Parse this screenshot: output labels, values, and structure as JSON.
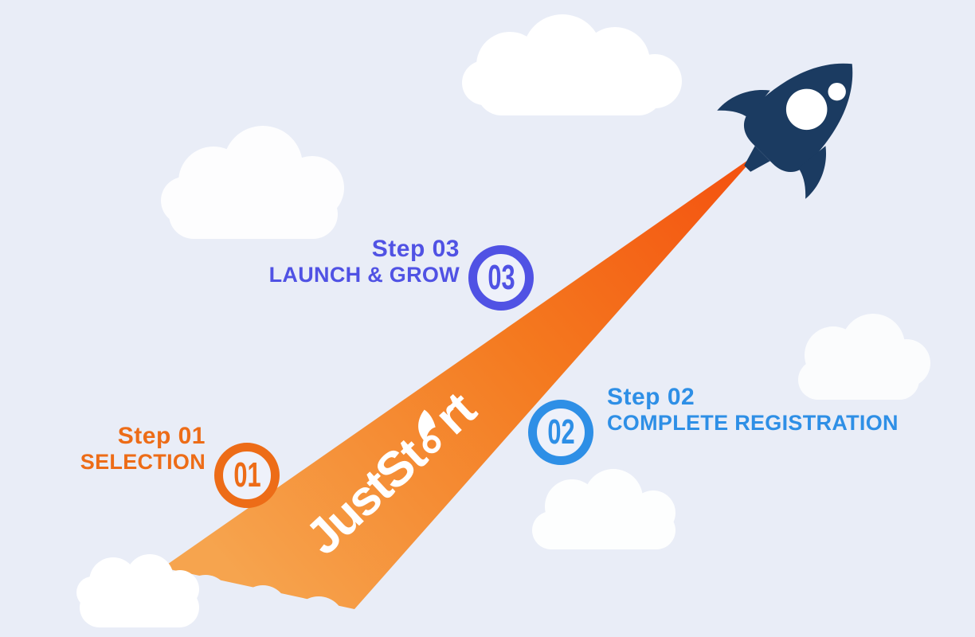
{
  "title": "JustStart rocket launch steps infographic",
  "logo": {
    "prefix": "JustSt",
    "suffix": "rt",
    "full_name": "JustStart"
  },
  "steps": [
    {
      "title": "Step 01",
      "subtitle": "SELECTION",
      "number": "01",
      "color": "#ed6c17"
    },
    {
      "title": "Step 02",
      "subtitle": "COMPLETE REGISTRATION",
      "number": "02",
      "color": "#2e8fe6"
    },
    {
      "title": "Step 03",
      "subtitle": "LAUNCH & GROW",
      "number": "03",
      "color": "#5052e4"
    }
  ],
  "colors": {
    "background": "#e9edf7",
    "trail_start": "#f4500f",
    "trail_mid": "#f4791f",
    "trail_end": "#f6a44e",
    "rocket": "#1b3b61",
    "cloud": "#ffffff",
    "badge_fill": "#eef1fa",
    "logo_text": "#ffffff"
  },
  "icons": {
    "rocket": "rocket-icon",
    "cloud": "cloud-icon",
    "logo_glyph": "rocket-glyph-icon"
  }
}
